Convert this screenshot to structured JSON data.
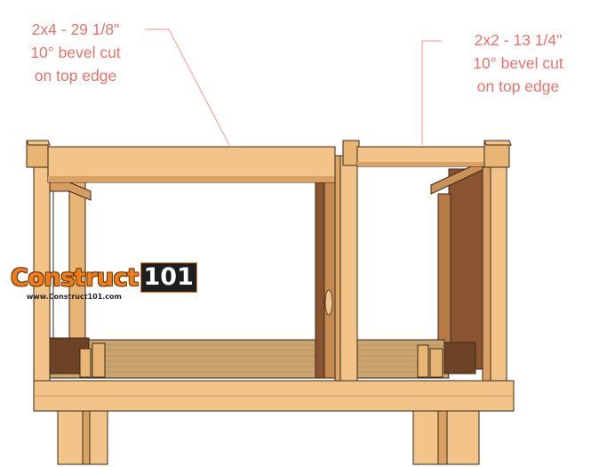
{
  "callouts": {
    "left": {
      "line1": "2x4 - 29 1/8\"",
      "line2": "10° bevel cut",
      "line3": "on top edge"
    },
    "right": {
      "line1": "2x2 - 13 1/4\"",
      "line2": "10° bevel cut",
      "line3": "on top edge"
    }
  },
  "logo": {
    "word": "Construct",
    "number": "101",
    "url": "www.Construct101.com"
  },
  "colors": {
    "callout_text": "#e8736a",
    "callout_line": "#f2a7a0",
    "lumber_light": "#f3c48a",
    "lumber_mid": "#e6ac6c",
    "lumber_shadow": "#b97a3f",
    "lumber_dark": "#6e4224",
    "floor": "#c9a46e",
    "outline": "#3a2a1a"
  }
}
